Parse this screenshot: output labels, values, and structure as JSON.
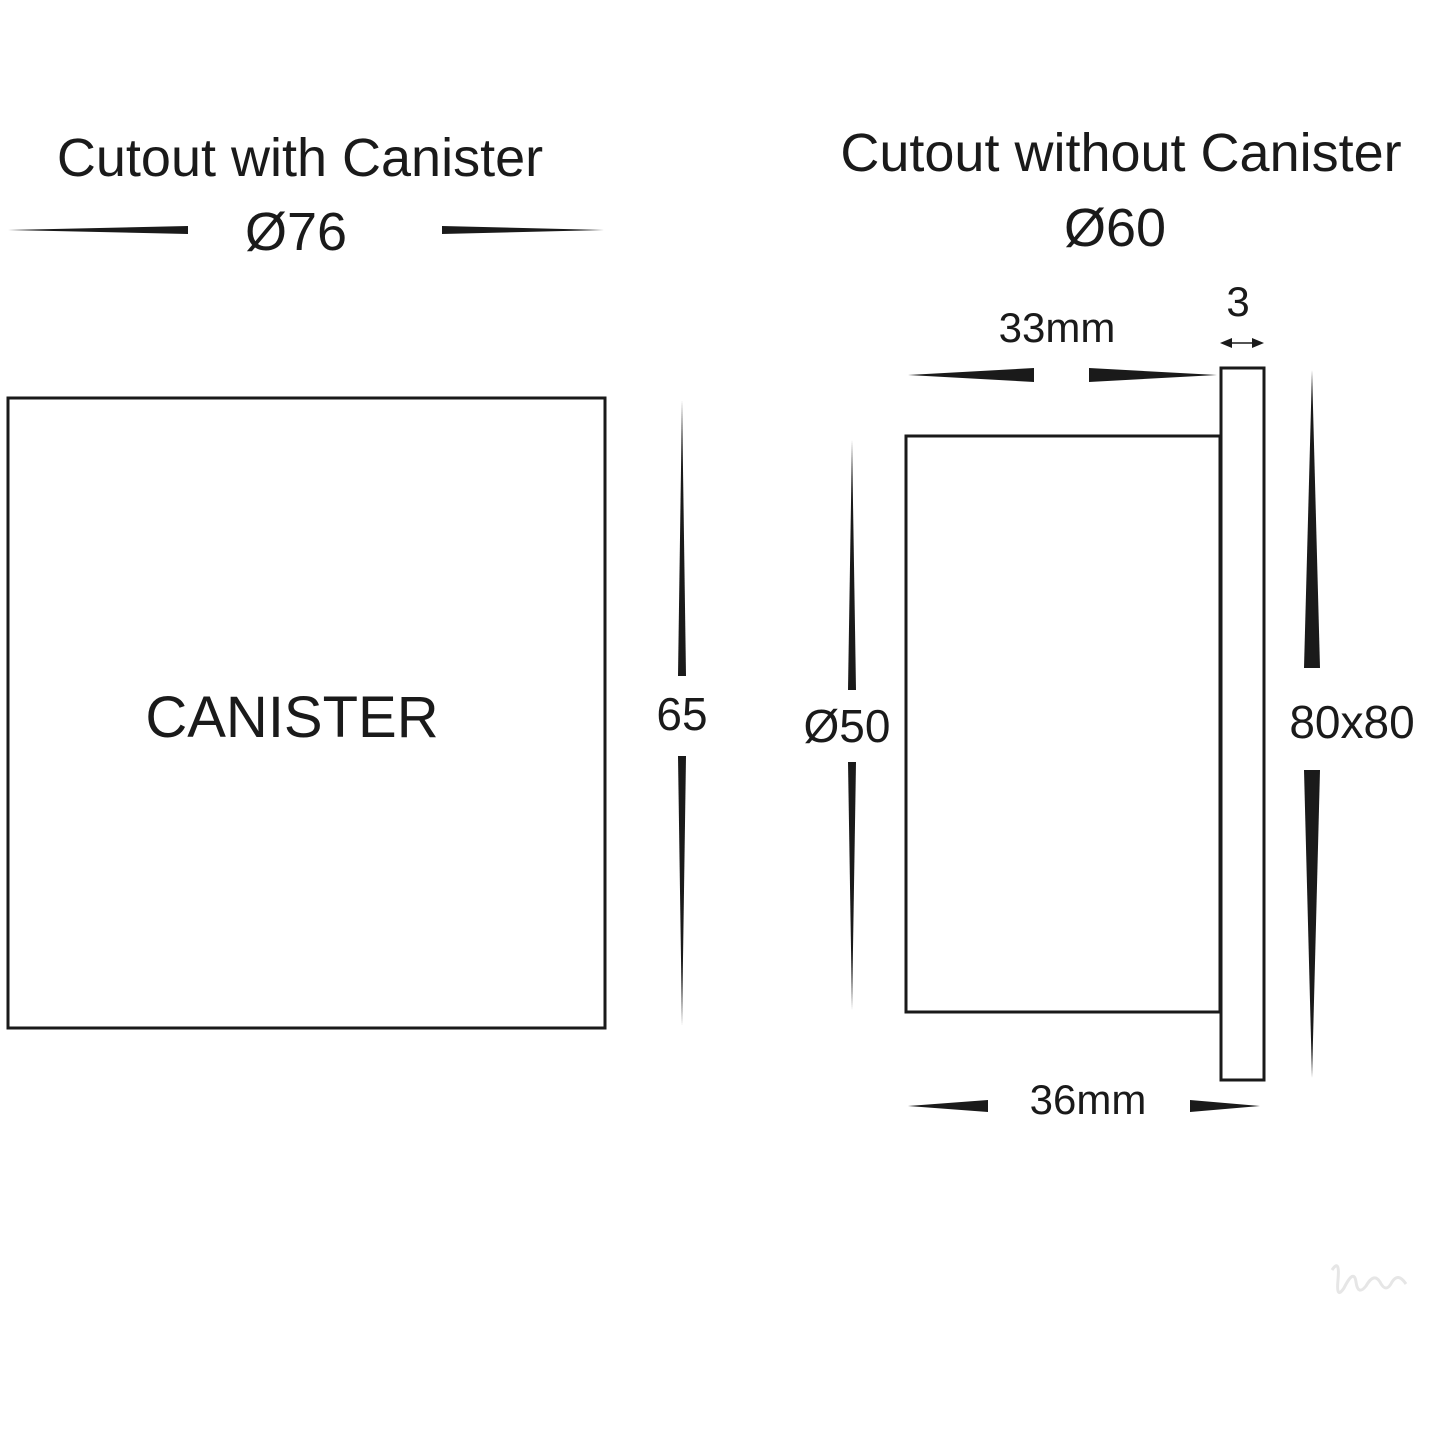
{
  "left_view": {
    "title": "Cutout with Canister",
    "cutout_dim": "Ø76",
    "body_label": "CANISTER",
    "height_dim": "65"
  },
  "right_view": {
    "title": "Cutout without Canister",
    "cutout_dim": "Ø60",
    "depth_dim": "33mm",
    "flange_dim": "3",
    "body_dia_dim": "Ø50",
    "flange_size_dim": "80x80",
    "total_depth_dim": "36mm"
  },
  "colors": {
    "line": "#1a1a1a",
    "background": "#ffffff"
  }
}
